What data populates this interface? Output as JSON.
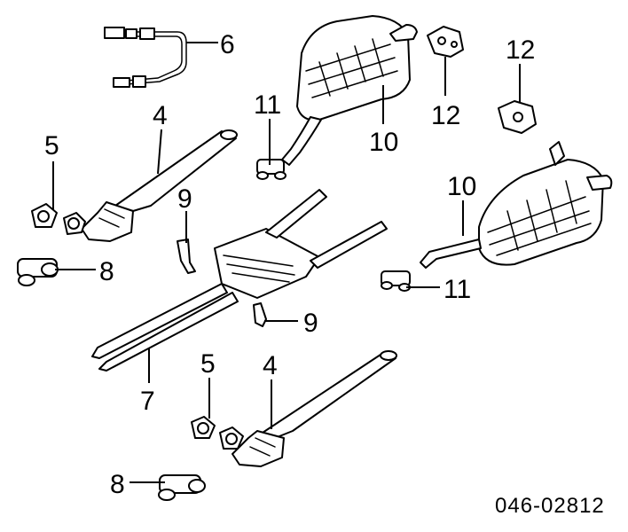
{
  "callouts": [
    {
      "id": "c6",
      "label": "6"
    },
    {
      "id": "c4a",
      "label": "4"
    },
    {
      "id": "c5a",
      "label": "5"
    },
    {
      "id": "c8a",
      "label": "8"
    },
    {
      "id": "c11a",
      "label": "11"
    },
    {
      "id": "c10a",
      "label": "10"
    },
    {
      "id": "c12a",
      "label": "12"
    },
    {
      "id": "c12b",
      "label": "12"
    },
    {
      "id": "c9a",
      "label": "9"
    },
    {
      "id": "c10b",
      "label": "10"
    },
    {
      "id": "c11b",
      "label": "11"
    },
    {
      "id": "c9b",
      "label": "9"
    },
    {
      "id": "c7",
      "label": "7"
    },
    {
      "id": "c5b",
      "label": "5"
    },
    {
      "id": "c4b",
      "label": "4"
    },
    {
      "id": "c8b",
      "label": "8"
    }
  ],
  "reference_code": "046-02812"
}
